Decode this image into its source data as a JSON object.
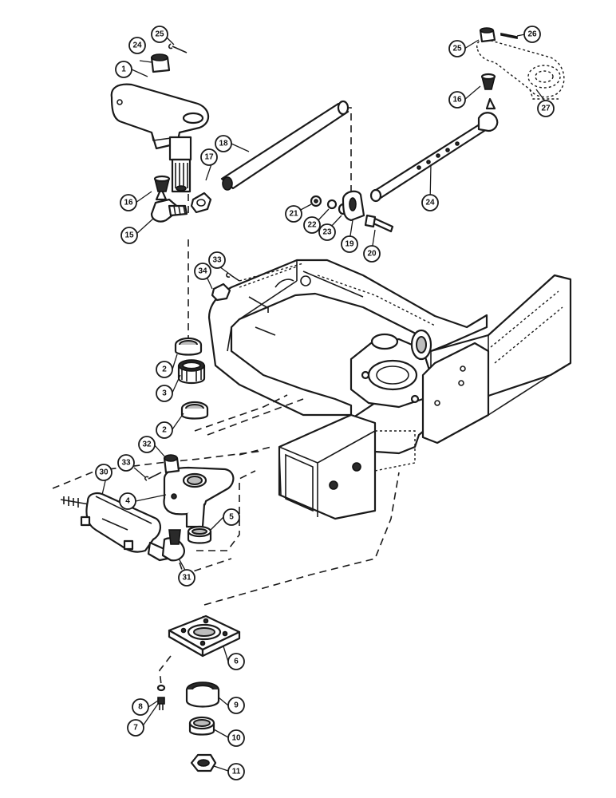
{
  "callouts": [
    {
      "id": "c1",
      "label": "1"
    },
    {
      "id": "c2a",
      "label": "2"
    },
    {
      "id": "c2b",
      "label": "2"
    },
    {
      "id": "c3",
      "label": "3"
    },
    {
      "id": "c4",
      "label": "4"
    },
    {
      "id": "c5",
      "label": "5"
    },
    {
      "id": "c6",
      "label": "6"
    },
    {
      "id": "c7",
      "label": "7"
    },
    {
      "id": "c8",
      "label": "8"
    },
    {
      "id": "c9",
      "label": "9"
    },
    {
      "id": "c10",
      "label": "10"
    },
    {
      "id": "c11",
      "label": "11"
    },
    {
      "id": "c15",
      "label": "15"
    },
    {
      "id": "c16a",
      "label": "16"
    },
    {
      "id": "c16b",
      "label": "16"
    },
    {
      "id": "c17",
      "label": "17"
    },
    {
      "id": "c18",
      "label": "18"
    },
    {
      "id": "c19",
      "label": "19"
    },
    {
      "id": "c20",
      "label": "20"
    },
    {
      "id": "c21",
      "label": "21"
    },
    {
      "id": "c22",
      "label": "22"
    },
    {
      "id": "c23",
      "label": "23"
    },
    {
      "id": "c24a",
      "label": "24"
    },
    {
      "id": "c24b",
      "label": "24"
    },
    {
      "id": "c25a",
      "label": "25"
    },
    {
      "id": "c25b",
      "label": "25"
    },
    {
      "id": "c26",
      "label": "26"
    },
    {
      "id": "c27",
      "label": "27"
    },
    {
      "id": "c30",
      "label": "30"
    },
    {
      "id": "c31",
      "label": "31"
    },
    {
      "id": "c32",
      "label": "32"
    },
    {
      "id": "c33a",
      "label": "33"
    },
    {
      "id": "c33b",
      "label": "33"
    },
    {
      "id": "c34",
      "label": "34"
    }
  ]
}
